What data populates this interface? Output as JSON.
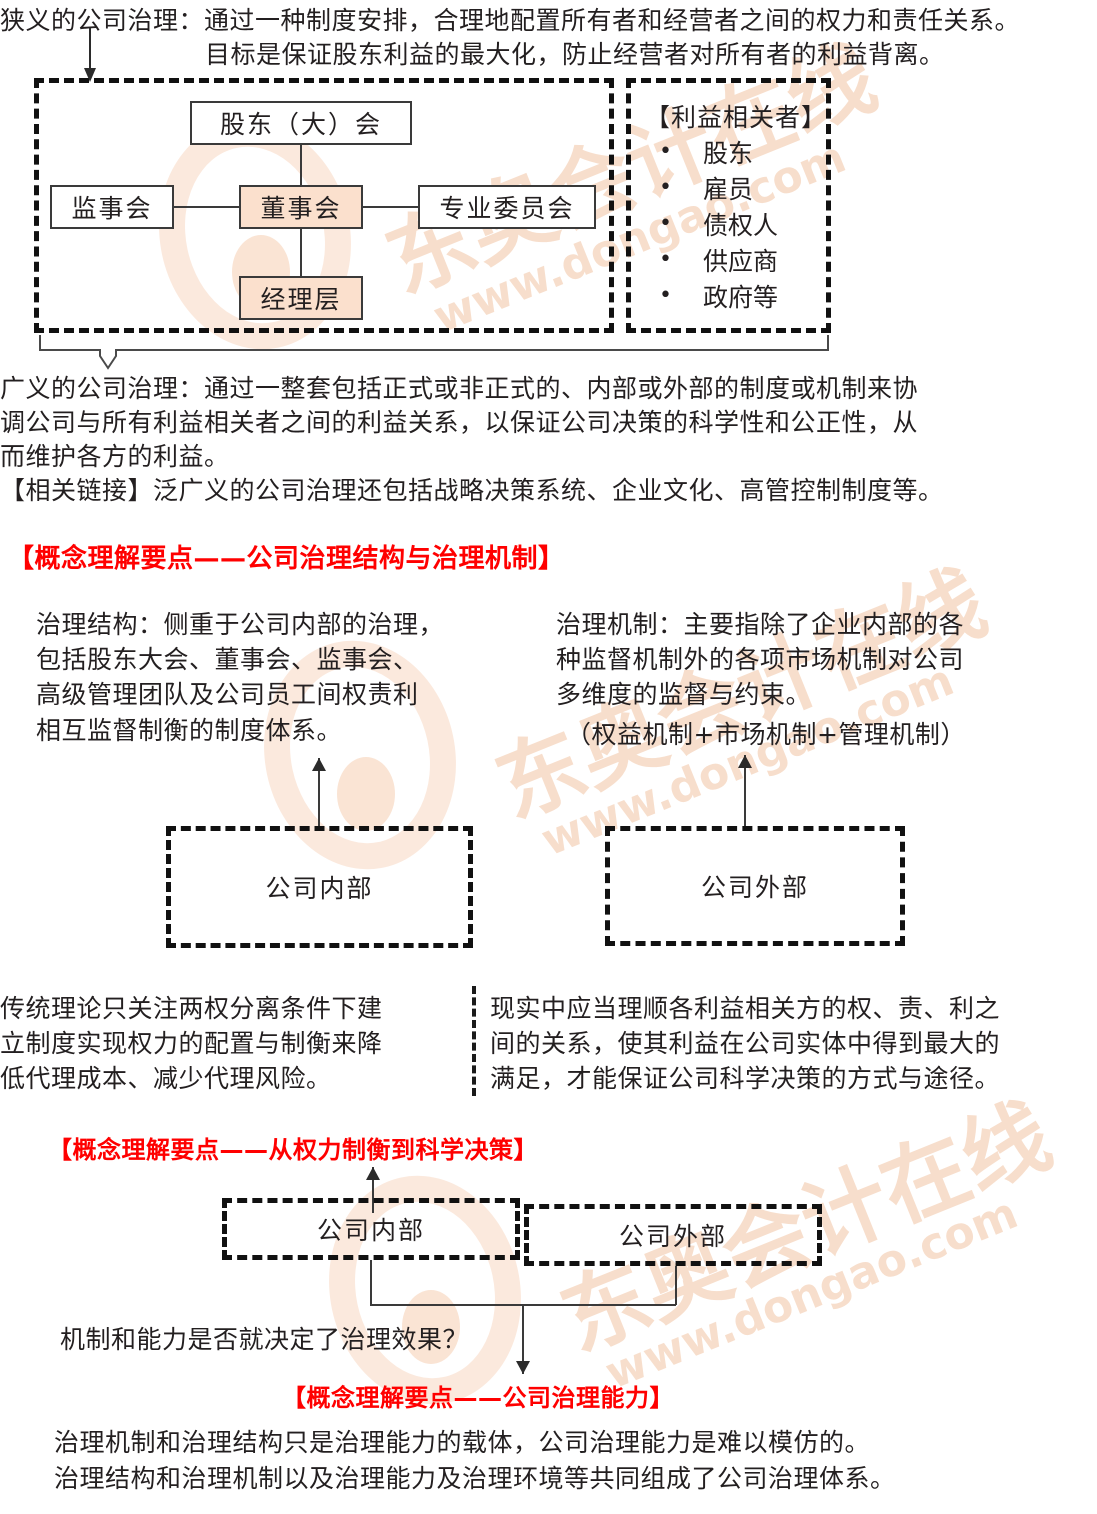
{
  "narrow_definition": {
    "line1": "狭义的公司治理：通过一种制度安排，合理地配置所有者和经营者之间的权力和责任关系。",
    "line2": "目标是保证股东利益的最大化，防止经营者对所有者的利益背离。"
  },
  "org_chart": {
    "shareholders_meeting": "股东（大）会",
    "supervisory_board": "监事会",
    "board_of_directors": "董事会",
    "professional_committee": "专业委员会",
    "management": "经理层"
  },
  "stakeholders": {
    "title": "【利益相关者】",
    "items": [
      "股东",
      "雇员",
      "债权人",
      "供应商",
      "政府等"
    ]
  },
  "broad_definition": {
    "line1": "广义的公司治理：通过一整套包括正式或非正式的、内部或外部的制度或机制来协",
    "line2": "调公司与所有利益相关者之间的利益关系，以保证公司决策的科学性和公正性，从",
    "line3": "而维护各方的利益。",
    "related_link": "【相关链接】泛广义的公司治理还包括战略决策系统、企业文化、高管控制制度等。"
  },
  "section1": {
    "heading": "【概念理解要点——公司治理结构与治理机制】",
    "left_text": {
      "line1": "治理结构：侧重于公司内部的治理，",
      "line2": "包括股东大会、董事会、监事会、",
      "line3": "高级管理团队及公司员工间权责利",
      "line4": "相互监督制衡的制度体系。"
    },
    "right_text": {
      "line1": "治理机制：主要指除了企业内部的各",
      "line2": "种监督机制外的各项市场机制对公司",
      "line3": "多维度的监督与约束。",
      "line4": "（权益机制+市场机制+管理机制）"
    },
    "box_internal": "公司内部",
    "box_external": "公司外部",
    "bottom_left": {
      "line1": "传统理论只关注两权分离条件下建",
      "line2": "立制度实现权力的配置与制衡来降",
      "line3": "低代理成本、减少代理风险。"
    },
    "bottom_right": {
      "line1": "现实中应当理顺各利益相关方的权、责、利之",
      "line2": "间的关系，使其利益在公司实体中得到最大的",
      "line3": "满足，才能保证公司科学决策的方式与途径。"
    }
  },
  "section2": {
    "heading": "【概念理解要点——从权力制衡到科学决策】",
    "box_internal": "公司内部",
    "box_external": "公司外部",
    "question": "机制和能力是否就决定了治理效果？"
  },
  "section3": {
    "heading": "【概念理解要点——公司治理能力】",
    "line1": "治理机制和治理结构只是治理能力的载体，公司治理能力是难以模仿的。",
    "line2": "治理结构和治理机制以及治理能力及治理环境等共同组成了公司治理体系。"
  },
  "watermark": {
    "text_cn": "东奥会计在线",
    "text_url": "www.dongao.com"
  },
  "colors": {
    "accent_red": "#ff0000",
    "box_fill": "#fbe0cd",
    "line": "#3a3a3a",
    "text": "#231f20",
    "watermark": "#f6d9c4"
  }
}
